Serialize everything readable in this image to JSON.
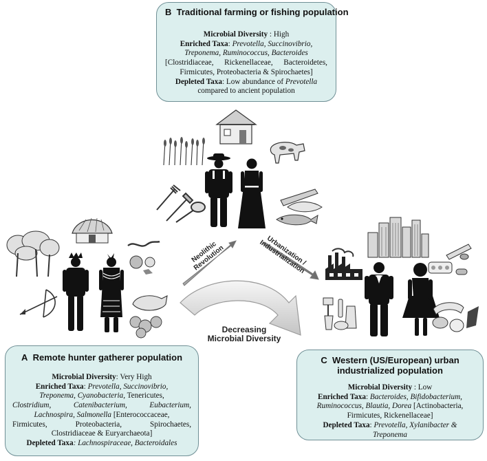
{
  "box_b": {
    "letter": "B",
    "title": "Traditional farming or fishing population",
    "diversity_label": "Microbial Diversity",
    "diversity_value": " : High",
    "enriched_label": "Enriched Taxa",
    "enriched_l1": "Prevotella, Succinovibrio,",
    "enriched_l2": "Treponema, Ruminococcus, Bacteroides",
    "enriched_l3": [
      "[Clostridiaceae,",
      "Rickenellaceae,",
      "Bacteroidetes,"
    ],
    "enriched_l4": "Firmicutes, Proteobacteria & Spirochaetes]",
    "depleted_label": "Depleted Taxa",
    "depleted_text": ": Low abundance of ",
    "depleted_taxon": "Prevotella",
    "depleted_l2": "compared to ancient population"
  },
  "box_a": {
    "letter": "A",
    "title": "Remote hunter gatherer population",
    "diversity_label": "Microbial Diversity",
    "diversity_value": ": Very High",
    "enriched_label": "Enriched Taxa",
    "enriched_l1": "Prevotella, Succinovibrio,",
    "enriched_l2_italic": "Treponema, Cyanobacteria,",
    "enriched_l2_plain": "Tenericutes,",
    "enriched_l3": [
      "Clostridium,",
      "Catenibacterium,",
      "Eubacterium,"
    ],
    "enriched_l4_italic": "Lachnospira, Salmonella",
    "enriched_l4_plain": " [Enterococcaceae,",
    "enriched_l5": [
      "Firmicutes,",
      "Proteobacteria,",
      "Spirochaetes,"
    ],
    "enriched_l6": "Clostridiaceae  & Euryarchaeota]",
    "depleted_label": "Depleted Taxa",
    "depleted_text": ": Lachnospiraceae,  Bacteroidales"
  },
  "box_c": {
    "letter": "C",
    "title_l1": "Western (US/European) urban",
    "title_l2": "industrialized population",
    "diversity_label": "Microbial Diversity",
    "diversity_value": " : Low",
    "enriched_label": "Enriched Taxa",
    "enriched_l1": "Bacteroides, Bifidobacterium,",
    "enriched_l2_italic": "Ruminococcus, Blautia, Dorea",
    "enriched_l2_plain": " [Actinobacteria,",
    "enriched_l3": "Firmicutes,   Rickenellaceae]",
    "depleted_label": "Depleted Taxa",
    "depleted_l1": "Prevotella, Xylanibacter &",
    "depleted_l2": "Treponema"
  },
  "arrows": {
    "neolithic_l1": "Neolithic",
    "neolithic_l2": "Revolution",
    "urban_l1": "Urbanization /",
    "urban_l2": "Industrialization",
    "decreasing_l1": "Decreasing",
    "decreasing_l2": "Microbial Diversity"
  },
  "colors": {
    "box_fill": "#dcefee",
    "box_border": "#6f8f95",
    "arrow_gray": "#8a8a8a",
    "figure_black": "#111111"
  }
}
